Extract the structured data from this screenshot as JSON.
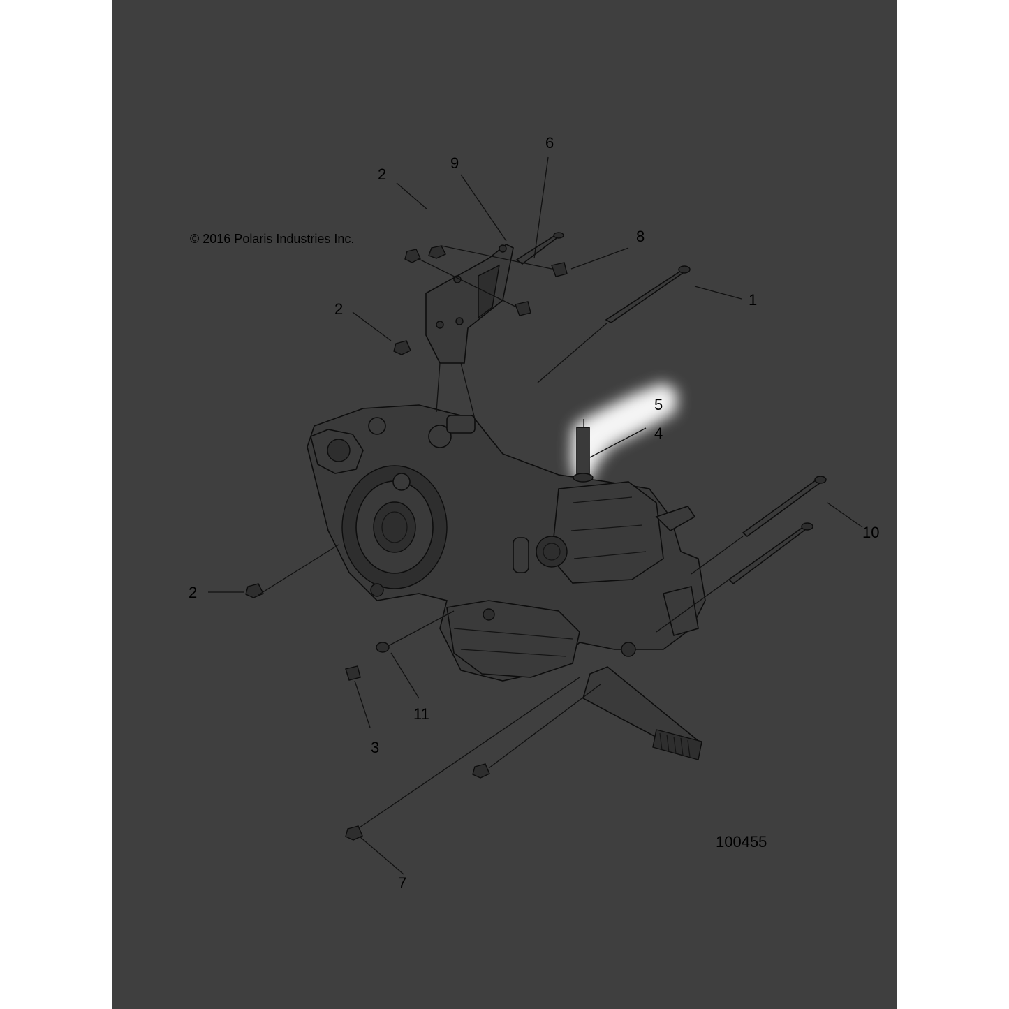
{
  "diagram": {
    "copyright": "© 2016 Polaris Industries Inc.",
    "figure_number": "100455",
    "callouts": [
      "1",
      "2",
      "2",
      "2",
      "3",
      "4",
      "5",
      "6",
      "7",
      "8",
      "9",
      "10",
      "11"
    ]
  },
  "colors": {
    "background": "#3f3f3f",
    "margin": "#ffffff",
    "ink": "#000000",
    "highlight": "#ffffff"
  }
}
